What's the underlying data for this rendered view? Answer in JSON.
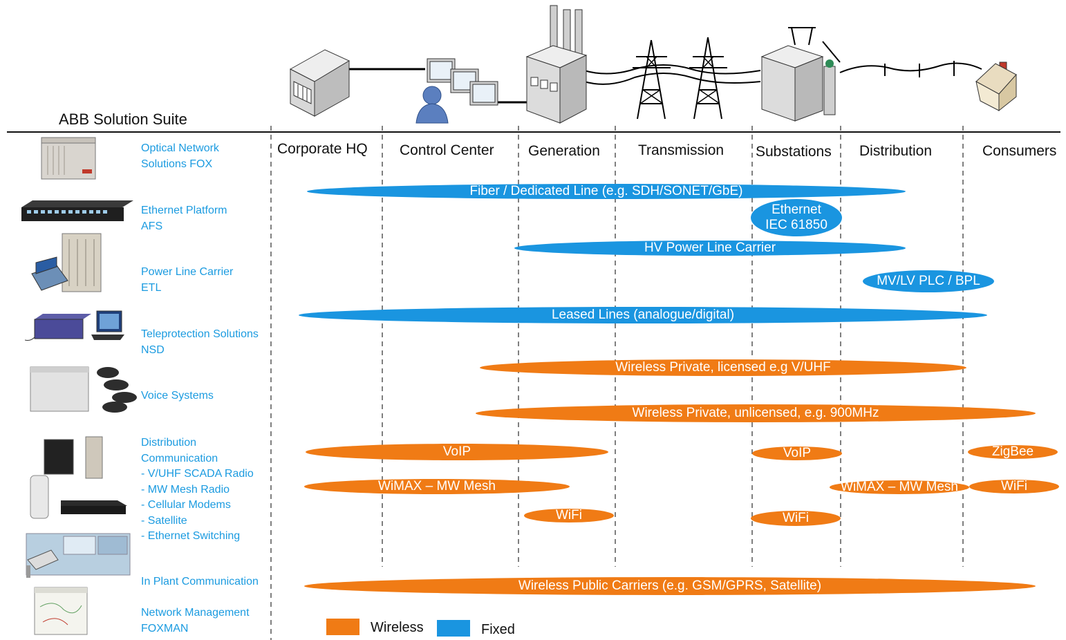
{
  "title": "ABB Solution Suite",
  "colors": {
    "wireless": "#f07b15",
    "fixed": "#1a95e0",
    "product_text": "#1b9be0"
  },
  "zones": [
    {
      "label": "Corporate HQ",
      "icon": "corporate-hq-building-icon"
    },
    {
      "label": "Control Center",
      "icon": "control-center-operator-icon"
    },
    {
      "label": "Generation",
      "icon": "power-plant-icon"
    },
    {
      "label": "Transmission",
      "icon": "transmission-tower-icon"
    },
    {
      "label": "Substations",
      "icon": "substation-icon"
    },
    {
      "label": "Distribution",
      "icon": "distribution-line-icon"
    },
    {
      "label": "Consumers",
      "icon": "consumer-house-icon"
    }
  ],
  "products": [
    {
      "lines": [
        "Optical Network",
        "Solutions FOX"
      ],
      "icon": "fox-rack-image"
    },
    {
      "lines": [
        "Ethernet Platform",
        "AFS"
      ],
      "icon": "ethernet-switch-image"
    },
    {
      "lines": [
        "Power Line Carrier",
        "ETL"
      ],
      "icon": "plc-cabinet-image"
    },
    {
      "lines": [
        "Teleprotection Solutions",
        "NSD"
      ],
      "icon": "teleprotection-device-image"
    },
    {
      "lines": [
        "Voice Systems"
      ],
      "icon": "voice-phones-image"
    },
    {
      "lines": [
        "Distribution",
        "Communication",
        "- V/UHF SCADA Radio",
        "- MW Mesh Radio",
        "- Cellular Modems",
        "- Satellite",
        "- Ethernet Switching"
      ],
      "icon": "distribution-radio-image"
    },
    {
      "lines": [
        "In Plant Communication"
      ],
      "icon": "in-plant-camera-image"
    },
    {
      "lines": [
        "Network Management",
        "FOXMAN"
      ],
      "icon": "network-map-image"
    }
  ],
  "bands": [
    {
      "label": "Fiber / Dedicated Line (e.g. SDH/SONET/GbE)",
      "kind": "fixed"
    },
    {
      "label": "Ethernet IEC 61850",
      "lines": [
        "Ethernet",
        "IEC 61850"
      ],
      "kind": "fixed"
    },
    {
      "label": "HV Power Line Carrier",
      "kind": "fixed"
    },
    {
      "label": "MV/LV PLC / BPL",
      "kind": "fixed"
    },
    {
      "label": "Leased Lines (analogue/digital)",
      "kind": "fixed"
    },
    {
      "label": "Wireless Private, licensed e.g V/UHF",
      "kind": "wireless"
    },
    {
      "label": "Wireless Private, unlicensed, e.g. 900MHz",
      "kind": "wireless"
    },
    {
      "label": "VoIP",
      "kind": "wireless"
    },
    {
      "label": "VoIP",
      "kind": "wireless"
    },
    {
      "label": "ZigBee",
      "kind": "wireless"
    },
    {
      "label": "WiMAX – MW Mesh",
      "kind": "wireless"
    },
    {
      "label": "WiMAX – MW Mesh",
      "kind": "wireless"
    },
    {
      "label": "WiFi",
      "kind": "wireless"
    },
    {
      "label": "WiFi",
      "kind": "wireless"
    },
    {
      "label": "WiFi",
      "kind": "wireless"
    },
    {
      "label": "Wireless Public Carriers (e.g. GSM/GPRS, Satellite)",
      "kind": "wireless"
    }
  ],
  "legend": [
    {
      "label": "Wireless",
      "kind": "wireless"
    },
    {
      "label": "Fixed",
      "kind": "fixed"
    }
  ]
}
